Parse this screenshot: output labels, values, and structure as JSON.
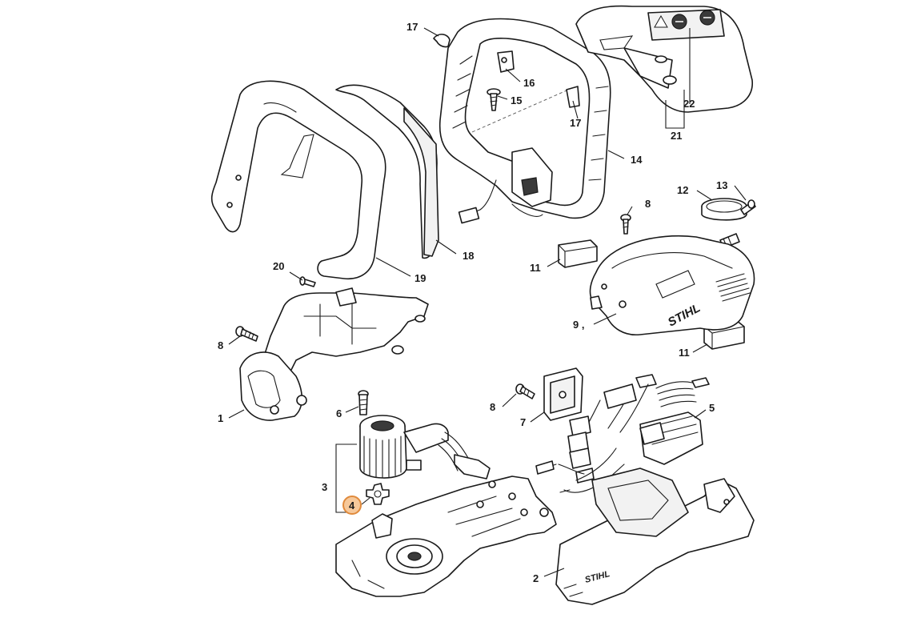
{
  "diagram": {
    "brand_text": "STIHL",
    "highlight_color": "#f6c89a",
    "highlight_border": "#e08a3c",
    "line_color": "#1a1a1a",
    "callouts": [
      {
        "id": "c1",
        "label": "1"
      },
      {
        "id": "c2",
        "label": "2"
      },
      {
        "id": "c3",
        "label": "3"
      },
      {
        "id": "c4",
        "label": "4",
        "highlighted": true
      },
      {
        "id": "c5",
        "label": "5"
      },
      {
        "id": "c6",
        "label": "6"
      },
      {
        "id": "c7",
        "label": "7"
      },
      {
        "id": "c8a",
        "label": "8"
      },
      {
        "id": "c8b",
        "label": "8"
      },
      {
        "id": "c8c",
        "label": "8"
      },
      {
        "id": "c9",
        "label": "9 ,"
      },
      {
        "id": "c11a",
        "label": "11"
      },
      {
        "id": "c11b",
        "label": "11"
      },
      {
        "id": "c12",
        "label": "12"
      },
      {
        "id": "c13",
        "label": "13"
      },
      {
        "id": "c14",
        "label": "14"
      },
      {
        "id": "c15",
        "label": "15"
      },
      {
        "id": "c16",
        "label": "16"
      },
      {
        "id": "c17a",
        "label": "17"
      },
      {
        "id": "c17b",
        "label": "17"
      },
      {
        "id": "c18",
        "label": "18"
      },
      {
        "id": "c19",
        "label": "19"
      },
      {
        "id": "c20",
        "label": "20"
      },
      {
        "id": "c21",
        "label": "21"
      },
      {
        "id": "c22",
        "label": "22"
      }
    ]
  }
}
